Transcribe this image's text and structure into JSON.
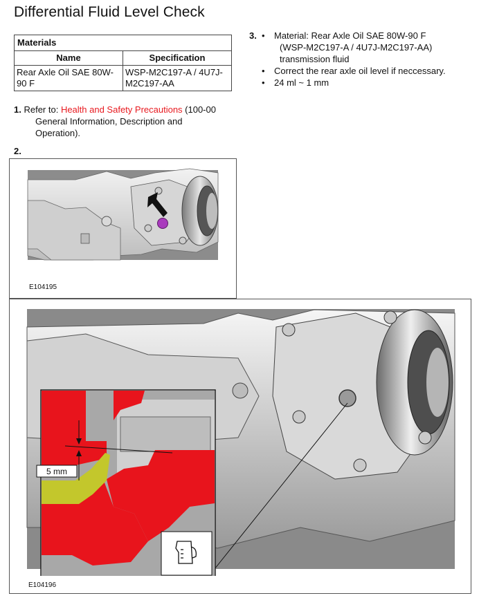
{
  "page": {
    "title": "Differential Fluid Level Check"
  },
  "materials": {
    "caption": "Materials",
    "headers": [
      "Name",
      "Specification"
    ],
    "rows": [
      [
        "Rear Axle Oil SAE 80W-90 F",
        "WSP-M2C197-A / 4U7J-M2C197-AA"
      ]
    ]
  },
  "steps": {
    "s1": {
      "num": "1.",
      "prefix": "Refer to: ",
      "link": "Health and Safety Precautions",
      "suffix_line1": " (100-00",
      "suffix_line2": "General Information, Description and",
      "suffix_line3": "Operation)."
    },
    "s2": {
      "num": "2."
    },
    "s3": {
      "num": "3.",
      "bullet": "•",
      "line1": "Material: Rear Axle Oil SAE 80W-90 F",
      "line2": "(WSP-M2C197-A / 4U7J-M2C197-AA)",
      "line3": "transmission fluid",
      "item2": "Correct the rear axle oil level if neccessary.",
      "item3": "24 ml ~ 1 mm"
    }
  },
  "figures": {
    "fig1_label": "E104195",
    "fig2_label": "E104196",
    "dimension_label": "5 mm"
  },
  "colors": {
    "link": "#e8191f",
    "section_red": "#e8141c",
    "oil_yellow": "#c3c72c",
    "plug_purple": "#a93bbd"
  }
}
